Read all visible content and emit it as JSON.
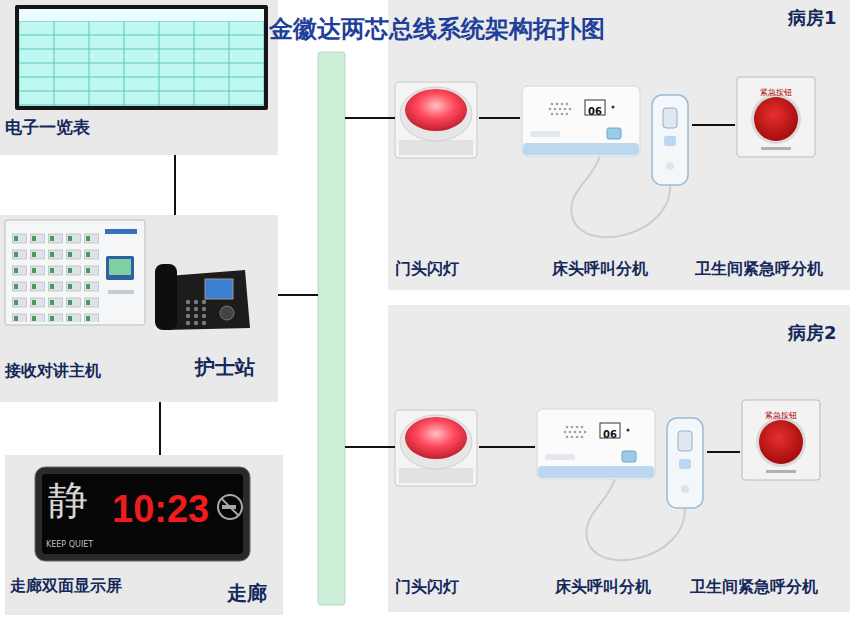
{
  "diagram": {
    "title": "金徽达两芯总线系统架构拓扑图",
    "nodes": [
      {
        "text": [
          "电子一览表"
        ]
      },
      {
        "text": [
          "接收对讲主机",
          "护士站"
        ]
      },
      {
        "text": [
          "走廊双面显示屏",
          "走廊"
        ]
      },
      {
        "text": [
          "病房1"
        ]
      },
      {
        "text": [
          "门头闪灯"
        ],
        "in": 3
      },
      {
        "text": [
          "床头呼叫分机"
        ],
        "in": 3
      },
      {
        "text": [
          "卫生间紧急呼分机"
        ],
        "in": 3
      },
      {
        "text": [
          "病房2"
        ]
      },
      {
        "text": [
          "门头闪灯"
        ],
        "in": 7
      },
      {
        "text": [
          "床头呼叫分机"
        ],
        "in": 7
      },
      {
        "text": [
          "卫生间紧急呼分机"
        ],
        "in": 7
      }
    ],
    "edges": [
      {
        "from": 0,
        "to": 1,
        "arrow": "none"
      },
      {
        "from": 1,
        "to": 2,
        "arrow": "none"
      },
      {
        "from": 4,
        "to": 5,
        "arrow": "none"
      },
      {
        "from": 5,
        "to": 6,
        "arrow": "none"
      },
      {
        "from": 8,
        "to": 9,
        "arrow": "none"
      },
      {
        "from": 9,
        "to": 10,
        "arrow": "none"
      }
    ],
    "labels": [
      "静",
      "KEEP QUIET",
      "10:23",
      "06",
      "紧急按钮",
      "06",
      "紧急按钮"
    ]
  }
}
